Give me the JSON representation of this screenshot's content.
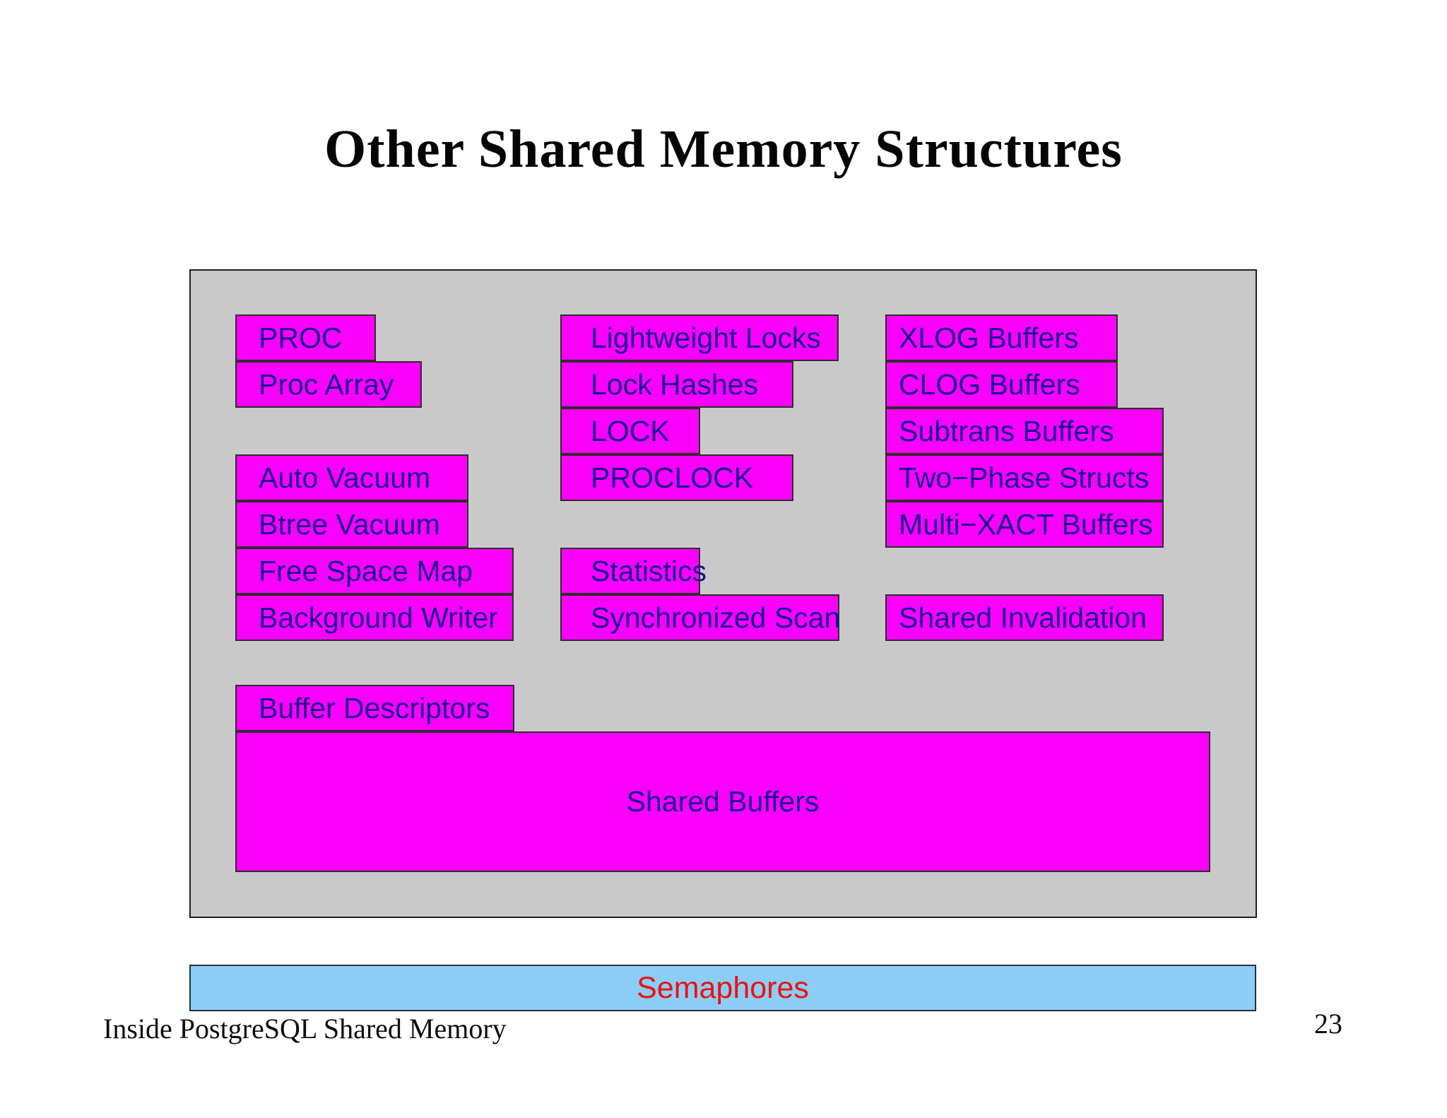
{
  "slide": {
    "title": "Other Shared Memory Structures",
    "footer_left": "Inside PostgreSQL Shared Memory",
    "page_number": "23"
  },
  "colors": {
    "box_fill": "#fa00fa",
    "box_text": "#1c1090",
    "container_fill": "#c9c9c9",
    "container_border": "#1e1e1e",
    "box_border": "#2e2e2e",
    "semaphores_fill": "#8bcdf6",
    "semaphores_text": "#ee1111",
    "page_background": "#ffffff",
    "title_text": "#050505"
  },
  "diagram": {
    "boxes": [
      {
        "label": "PROC"
      },
      {
        "label": "Proc Array"
      },
      {
        "label": "Auto Vacuum"
      },
      {
        "label": "Btree Vacuum"
      },
      {
        "label": "Free Space Map"
      },
      {
        "label": "Background Writer"
      },
      {
        "label": "Lightweight Locks"
      },
      {
        "label": "Lock Hashes"
      },
      {
        "label": "LOCK"
      },
      {
        "label": "PROCLOCK"
      },
      {
        "label": "Statistics"
      },
      {
        "label": "Synchronized Scan"
      },
      {
        "label": "XLOG Buffers"
      },
      {
        "label": "CLOG Buffers"
      },
      {
        "label": "Subtrans Buffers"
      },
      {
        "label": "Two−Phase Structs"
      },
      {
        "label": "Multi−XACT Buffers"
      },
      {
        "label": "Shared Invalidation"
      },
      {
        "label": "Buffer Descriptors"
      },
      {
        "label": "Shared Buffers"
      }
    ],
    "semaphores_label": "Semaphores"
  }
}
